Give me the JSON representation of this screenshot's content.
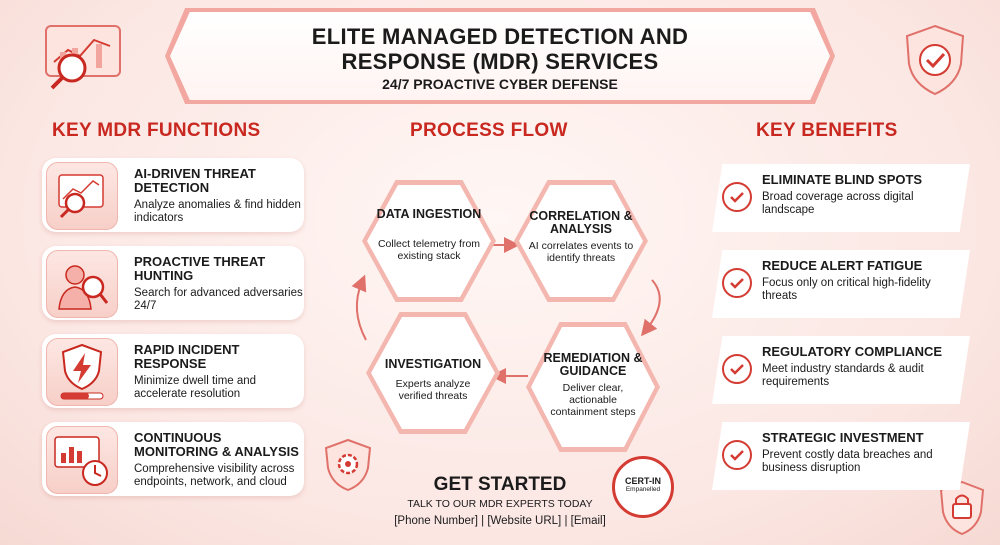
{
  "header": {
    "title_line1": "ELITE MANAGED DETECTION AND",
    "title_line2": "RESPONSE (MDR) SERVICES",
    "subtitle": "24/7 PROACTIVE CYBER DEFENSE"
  },
  "sections": {
    "functions": "KEY MDR FUNCTIONS",
    "process": "PROCESS FLOW",
    "benefits": "KEY BENEFITS"
  },
  "functions": [
    {
      "title": "AI-DRIVEN THREAT DETECTION",
      "desc": "Analyze anomalies & find hidden indicators",
      "icon": "chart-magnifier-icon"
    },
    {
      "title": "PROACTIVE THREAT HUNTING",
      "desc": "Search for advanced adversaries 24/7",
      "icon": "hunter-magnifier-icon"
    },
    {
      "title": "RAPID INCIDENT RESPONSE",
      "desc": "Minimize dwell time and accelerate resolution",
      "icon": "lightning-shield-icon"
    },
    {
      "title": "CONTINUOUS MONITORING & ANALYSIS",
      "desc": "Comprehensive visibility across endpoints, network, and cloud",
      "icon": "monitor-clock-icon"
    }
  ],
  "process": {
    "ingestion": {
      "title": "DATA INGESTION",
      "desc": "Collect telemetry from existing stack"
    },
    "correlation": {
      "title": "CORRELATION & ANALYSIS",
      "desc": "AI correlates events to identify threats"
    },
    "remediation": {
      "title": "REMEDIATION & GUIDANCE",
      "desc": "Deliver clear, actionable containment steps"
    },
    "investigation": {
      "title": "INVESTIGATION",
      "desc": "Experts analyze verified threats"
    }
  },
  "benefits": [
    {
      "title": "ELIMINATE BLIND SPOTS",
      "desc": "Broad coverage across digital landscape"
    },
    {
      "title": "REDUCE ALERT FATIGUE",
      "desc": "Focus only on critical high-fidelity threats"
    },
    {
      "title": "REGULATORY COMPLIANCE",
      "desc": "Meet industry standards & audit requirements"
    },
    {
      "title": "STRATEGIC INVESTMENT",
      "desc": "Prevent costly data breaches and business disruption"
    }
  ],
  "cta": {
    "title": "GET STARTED",
    "subtitle": "TALK TO OUR MDR EXPERTS TODAY",
    "contact": "[Phone Number] | [Website URL] | [Email]"
  },
  "badge": {
    "title": "CERT-IN",
    "sub": "Empanelled"
  },
  "colors": {
    "accent": "#c8281f",
    "soft": "#f3b7b0"
  }
}
